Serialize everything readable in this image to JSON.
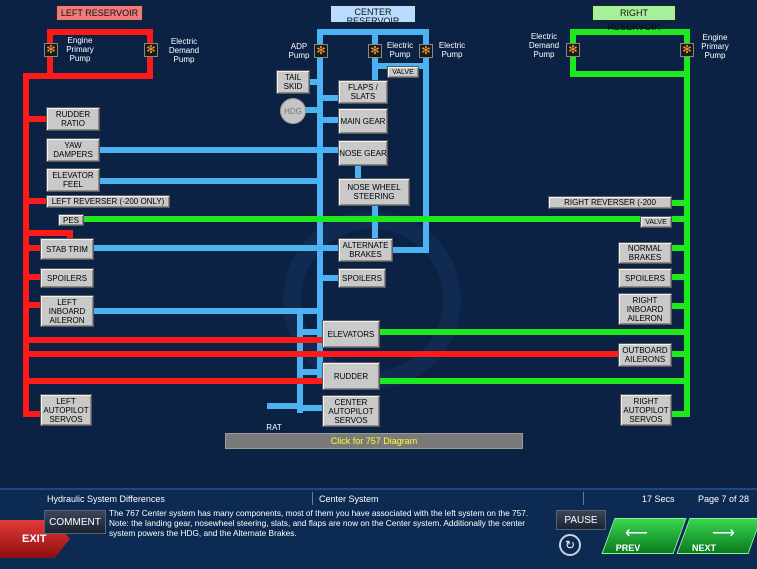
{
  "reservoirs": {
    "left": "LEFT RESERVOIR",
    "center": "CENTER RESERVOIR",
    "right": "RIGHT RESERVOIR"
  },
  "pumps": {
    "left_engine": "Engine Primary Pump",
    "left_electric": "Electric Demand Pump",
    "center_adp": "ADP Pump",
    "center_elec1": "Electric Pump",
    "center_elec2": "Electric Pump",
    "right_electric": "Electric Demand Pump",
    "right_engine": "Engine Primary Pump"
  },
  "pump_icon": "fan-icon",
  "hdg": "HDG",
  "rat": "RAT",
  "left_components": {
    "rudder_ratio": "RUDDER RATIO",
    "yaw_dampers": "YAW DAMPERS",
    "elevator_feel": "ELEVATOR FEEL",
    "left_reverser": "LEFT REVERSER (-200 ONLY)",
    "pes": "PES",
    "stab_trim": "STAB TRIM",
    "spoilers": "SPOILERS",
    "left_inboard_aileron": "LEFT INBOARD AILERON",
    "left_autopilot": "LEFT AUTOPILOT SERVOS"
  },
  "center_components": {
    "tail_skid": "TAIL SKID",
    "flaps_slats": "FLAPS / SLATS",
    "main_gear": "MAIN GEAR",
    "valve": "VALVE",
    "nose_gear": "NOSE GEAR",
    "nose_wheel_steering": "NOSE WHEEL STEERING",
    "alternate_brakes": "ALTERNATE BRAKES",
    "spoilers": "SPOILERS",
    "elevators": "ELEVATORS",
    "rudder": "RUDDER",
    "center_autopilot": "CENTER AUTOPILOT SERVOS"
  },
  "right_components": {
    "right_reverser": "RIGHT REVERSER (-200",
    "valve": "VALVE",
    "normal_brakes": "NORMAL BRAKES",
    "spoilers": "SPOILERS",
    "right_inboard_aileron": "RIGHT INBOARD AILERON",
    "outboard_ailerons": "OUTBOARD AILERONS",
    "right_autopilot": "RIGHT AUTOPILOT SERVOS"
  },
  "diagram_link": "Click for 757 Diagram",
  "colors": {
    "left_system": "#ff1a1a",
    "center_system": "#4db2f2",
    "right_system": "#1ee81e",
    "left_reservoir": "#f07b7b",
    "center_reservoir": "#b8dcff",
    "right_reservoir": "#a6f09c",
    "link_text": "#ffff33",
    "background": "#0b2244"
  },
  "footer": {
    "course_title": "Hydraulic System Differences",
    "section": "Center System",
    "timer": "17 Secs",
    "page": "Page 7 of 28",
    "comment_label": "COMMENT",
    "exit_label": "EXIT",
    "pause_label": "PAUSE",
    "prev_label": "PREV",
    "next_label": "NEXT",
    "comment_text": "The 767 Center system has many components, most of them you have associated with the left system on the 757.\nNote: the landing gear, nosewheel steering, slats, and flaps are now on the Center system.  Additionally the center system powers the HDG, and the Alternate Brakes."
  }
}
